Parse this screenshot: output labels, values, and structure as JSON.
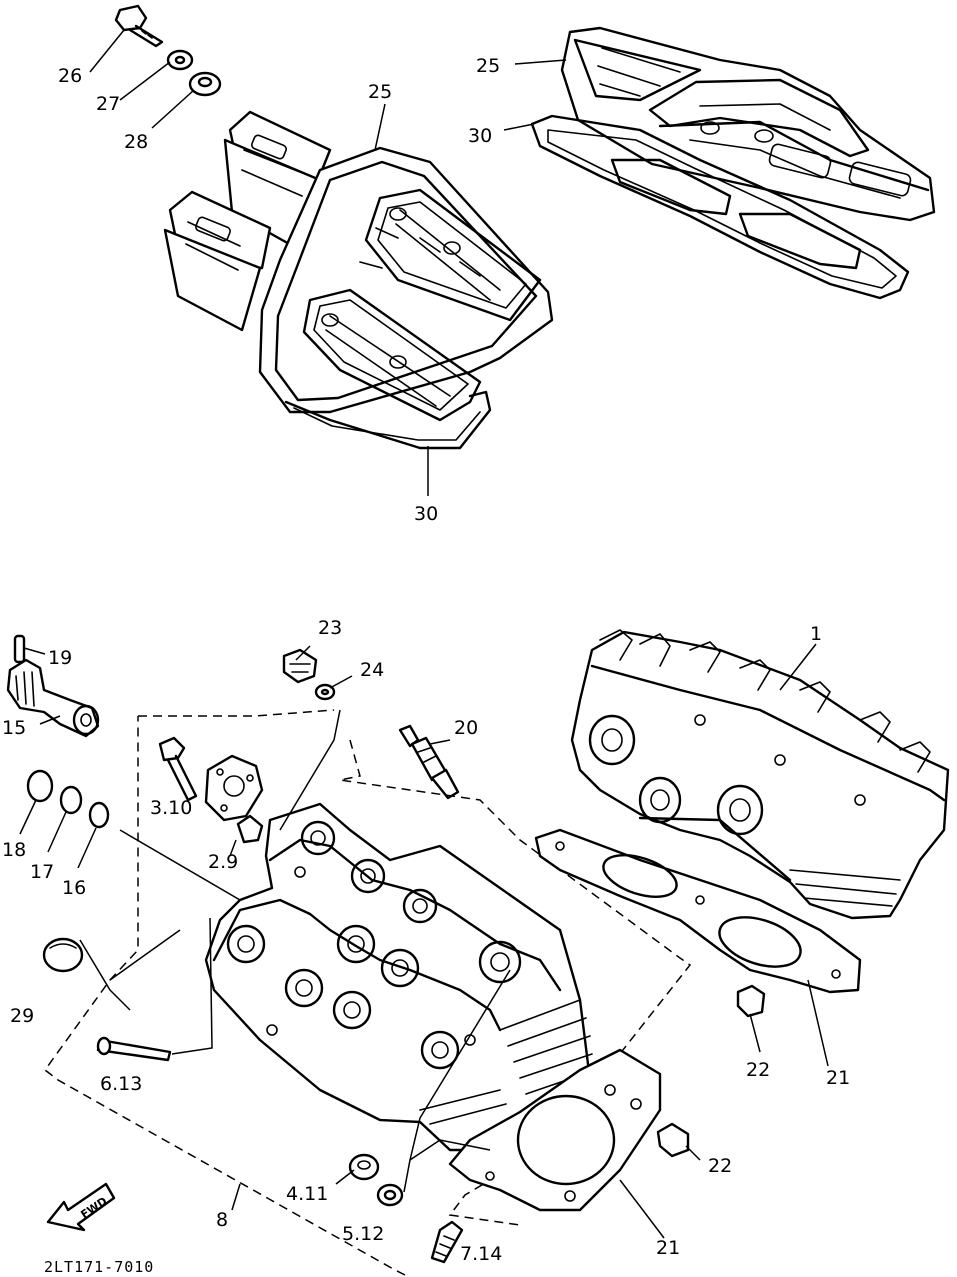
{
  "callouts": {
    "c26": "26",
    "c27": "27",
    "c28": "28",
    "c25a": "25",
    "c25b": "25",
    "c30a": "30",
    "c30b": "30",
    "c23": "23",
    "c24": "24",
    "c1": "1",
    "c19": "19",
    "c15": "15",
    "c20": "20",
    "c3_10": "3.10",
    "c18": "18",
    "c17": "17",
    "c16": "16",
    "c2_9": "2.9",
    "c29": "29",
    "c6_13": "6.13",
    "c22a": "22",
    "c21a": "21",
    "c22b": "22",
    "c4_11": "4.11",
    "c8": "8",
    "c5_12": "5.12",
    "c21b": "21",
    "c7_14": "7.14"
  },
  "arrow": {
    "label": "FWD"
  },
  "drawing_code": "2LT171-7010"
}
